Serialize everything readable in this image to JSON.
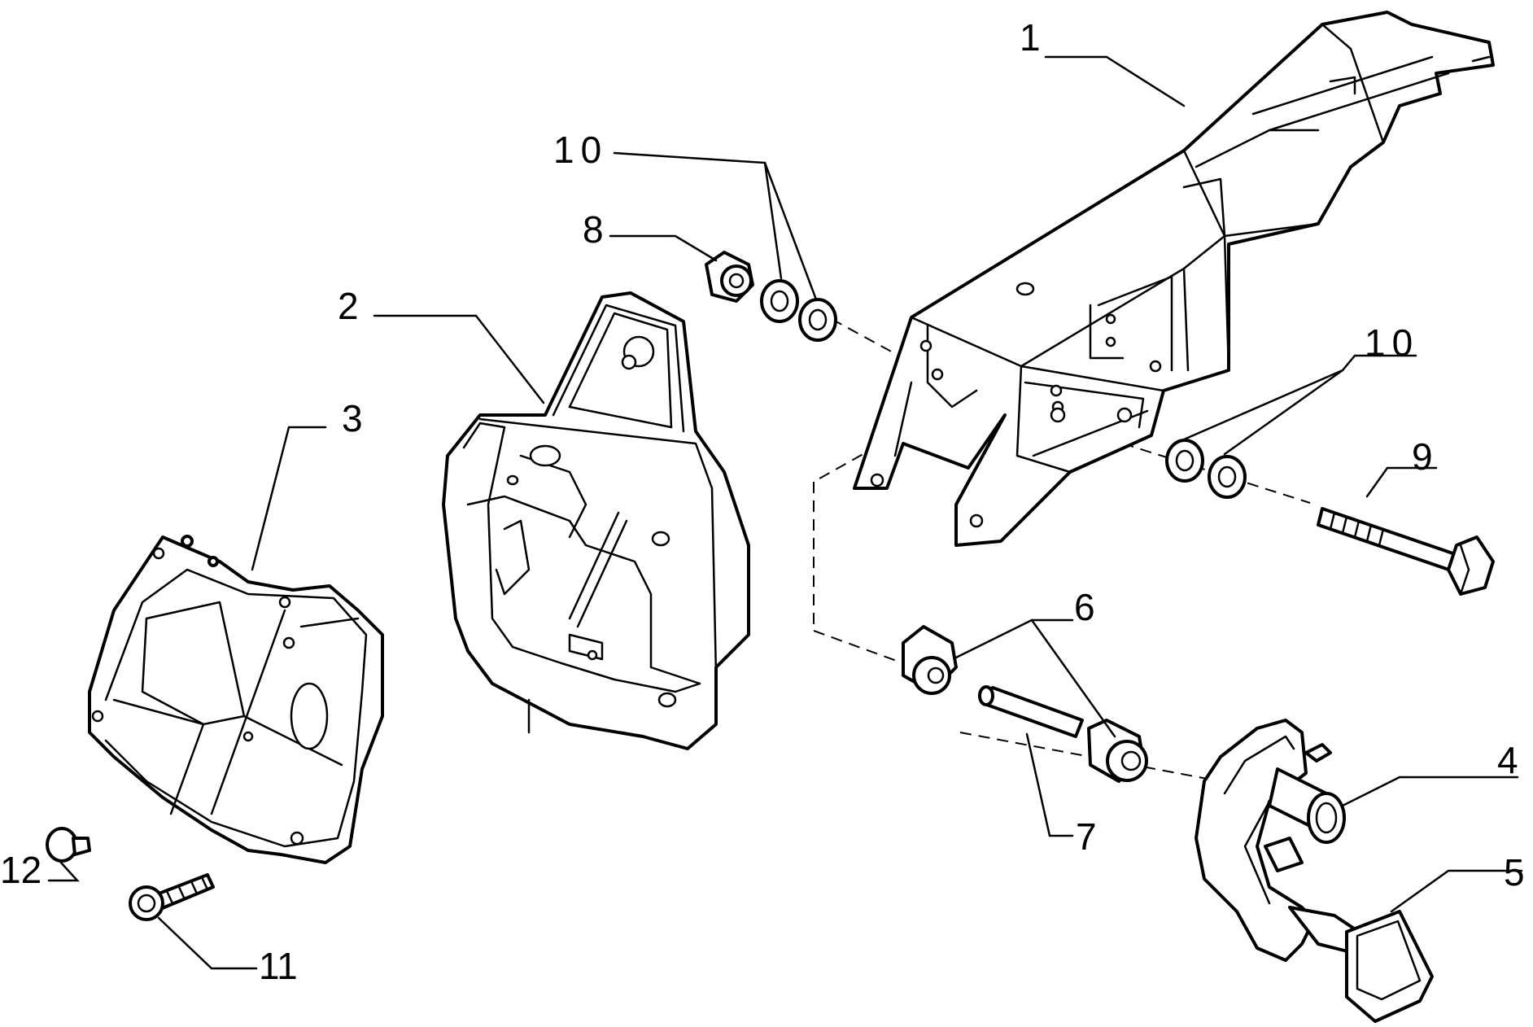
{
  "callouts": [
    {
      "id": "1",
      "text": "1"
    },
    {
      "id": "2",
      "text": "2"
    },
    {
      "id": "3",
      "text": "3"
    },
    {
      "id": "4",
      "text": "4"
    },
    {
      "id": "5",
      "text": "5"
    },
    {
      "id": "6",
      "text": "6"
    },
    {
      "id": "7",
      "text": "7"
    },
    {
      "id": "8",
      "text": "8"
    },
    {
      "id": "9",
      "text": "9"
    },
    {
      "id": "10a",
      "text": "10"
    },
    {
      "id": "10b",
      "text": "10"
    },
    {
      "id": "11",
      "text": "11"
    },
    {
      "id": "12",
      "text": "12"
    }
  ],
  "colors": {
    "line": "#000000",
    "background": "#ffffff"
  }
}
